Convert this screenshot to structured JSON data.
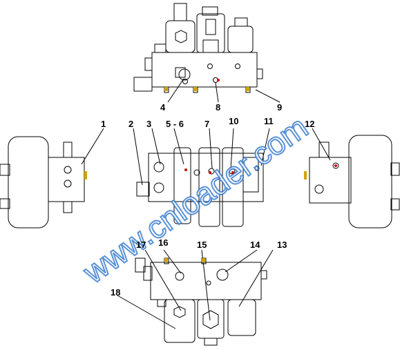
{
  "colors": {
    "line": "#000000",
    "dot": "#cc0000",
    "accent": "#d4a300",
    "watermark": "#3d7fd0"
  },
  "watermark": "www.cnloader.com",
  "callouts": {
    "c1": "1",
    "c2": "2",
    "c3": "3",
    "c4": "4",
    "c56": "5 - 6",
    "c7": "7",
    "c8": "8",
    "c9": "9",
    "c10": "10",
    "c11": "11",
    "c12": "12",
    "c13": "13",
    "c14": "14",
    "c15": "15",
    "c16": "16",
    "c17": "17",
    "c18": "18"
  }
}
